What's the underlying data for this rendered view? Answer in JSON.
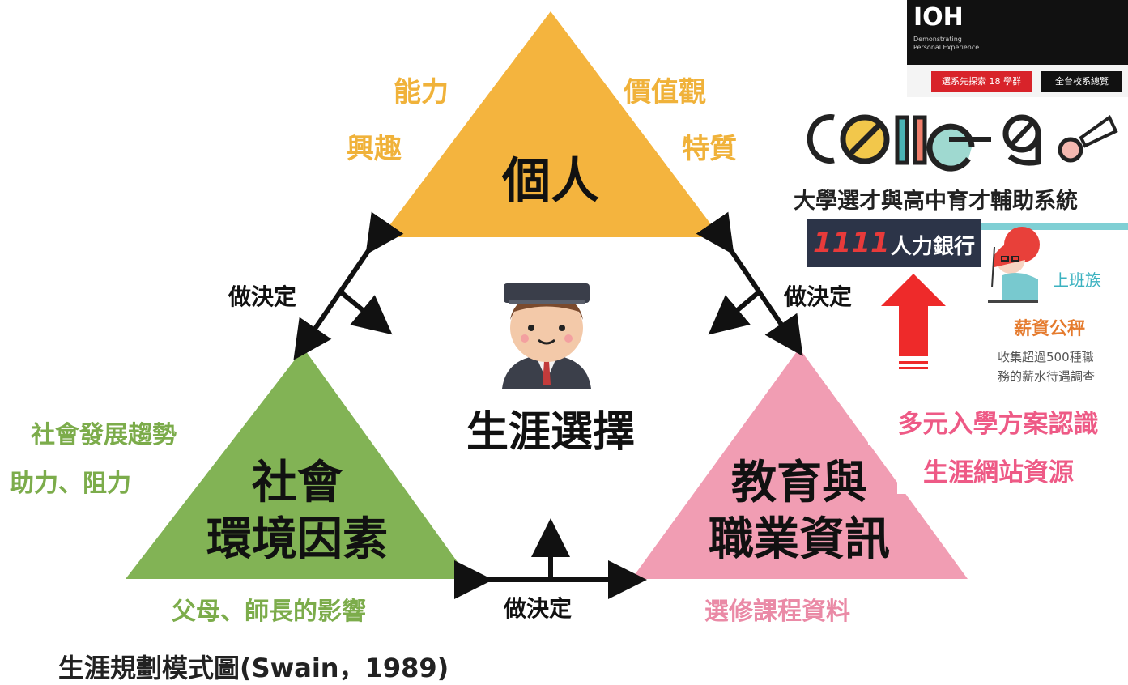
{
  "triangles": {
    "personal": {
      "label": "個人",
      "traits": [
        "能力",
        "價值觀",
        "興趣",
        "特質"
      ]
    },
    "social": {
      "label_line1": "社會",
      "label_line2": "環境因素",
      "traits": [
        "社會發展趨勢",
        "助力、阻力",
        "父母、師長的影響"
      ]
    },
    "education": {
      "label_line1": "教育與",
      "label_line2": "職業資訊",
      "traits": [
        "選修課程資料"
      ]
    }
  },
  "decide_labels": [
    "做決定",
    "做決定",
    "做決定"
  ],
  "center_label": "生涯選擇",
  "caption": "生涯規劃模式圖(Swain，1989)",
  "resources": {
    "ioh": {
      "logo": "IOH",
      "tagline_1": "Demonstrating",
      "tagline_2": "Personal Experience",
      "btn_explore": "選系先探索 18 學群",
      "btn_all": "全台校系總覽"
    },
    "collego": {
      "subtitle": "大學選才與高中育才輔助系統"
    },
    "bank": {
      "number": "1111",
      "name": "人力銀行"
    },
    "worker": {
      "label": "上班族"
    },
    "salary": {
      "title": "薪資公秤",
      "desc_1": "收集超過500種職",
      "desc_2": "務的薪水待遇調查"
    },
    "pink": {
      "line1": "多元入學方案認識",
      "line2": "生涯網站資源"
    }
  },
  "colors": {
    "yellow": "#f4b43e",
    "green": "#82b355",
    "pink": "#f19db3",
    "red_arrow": "#ee2a2a"
  }
}
